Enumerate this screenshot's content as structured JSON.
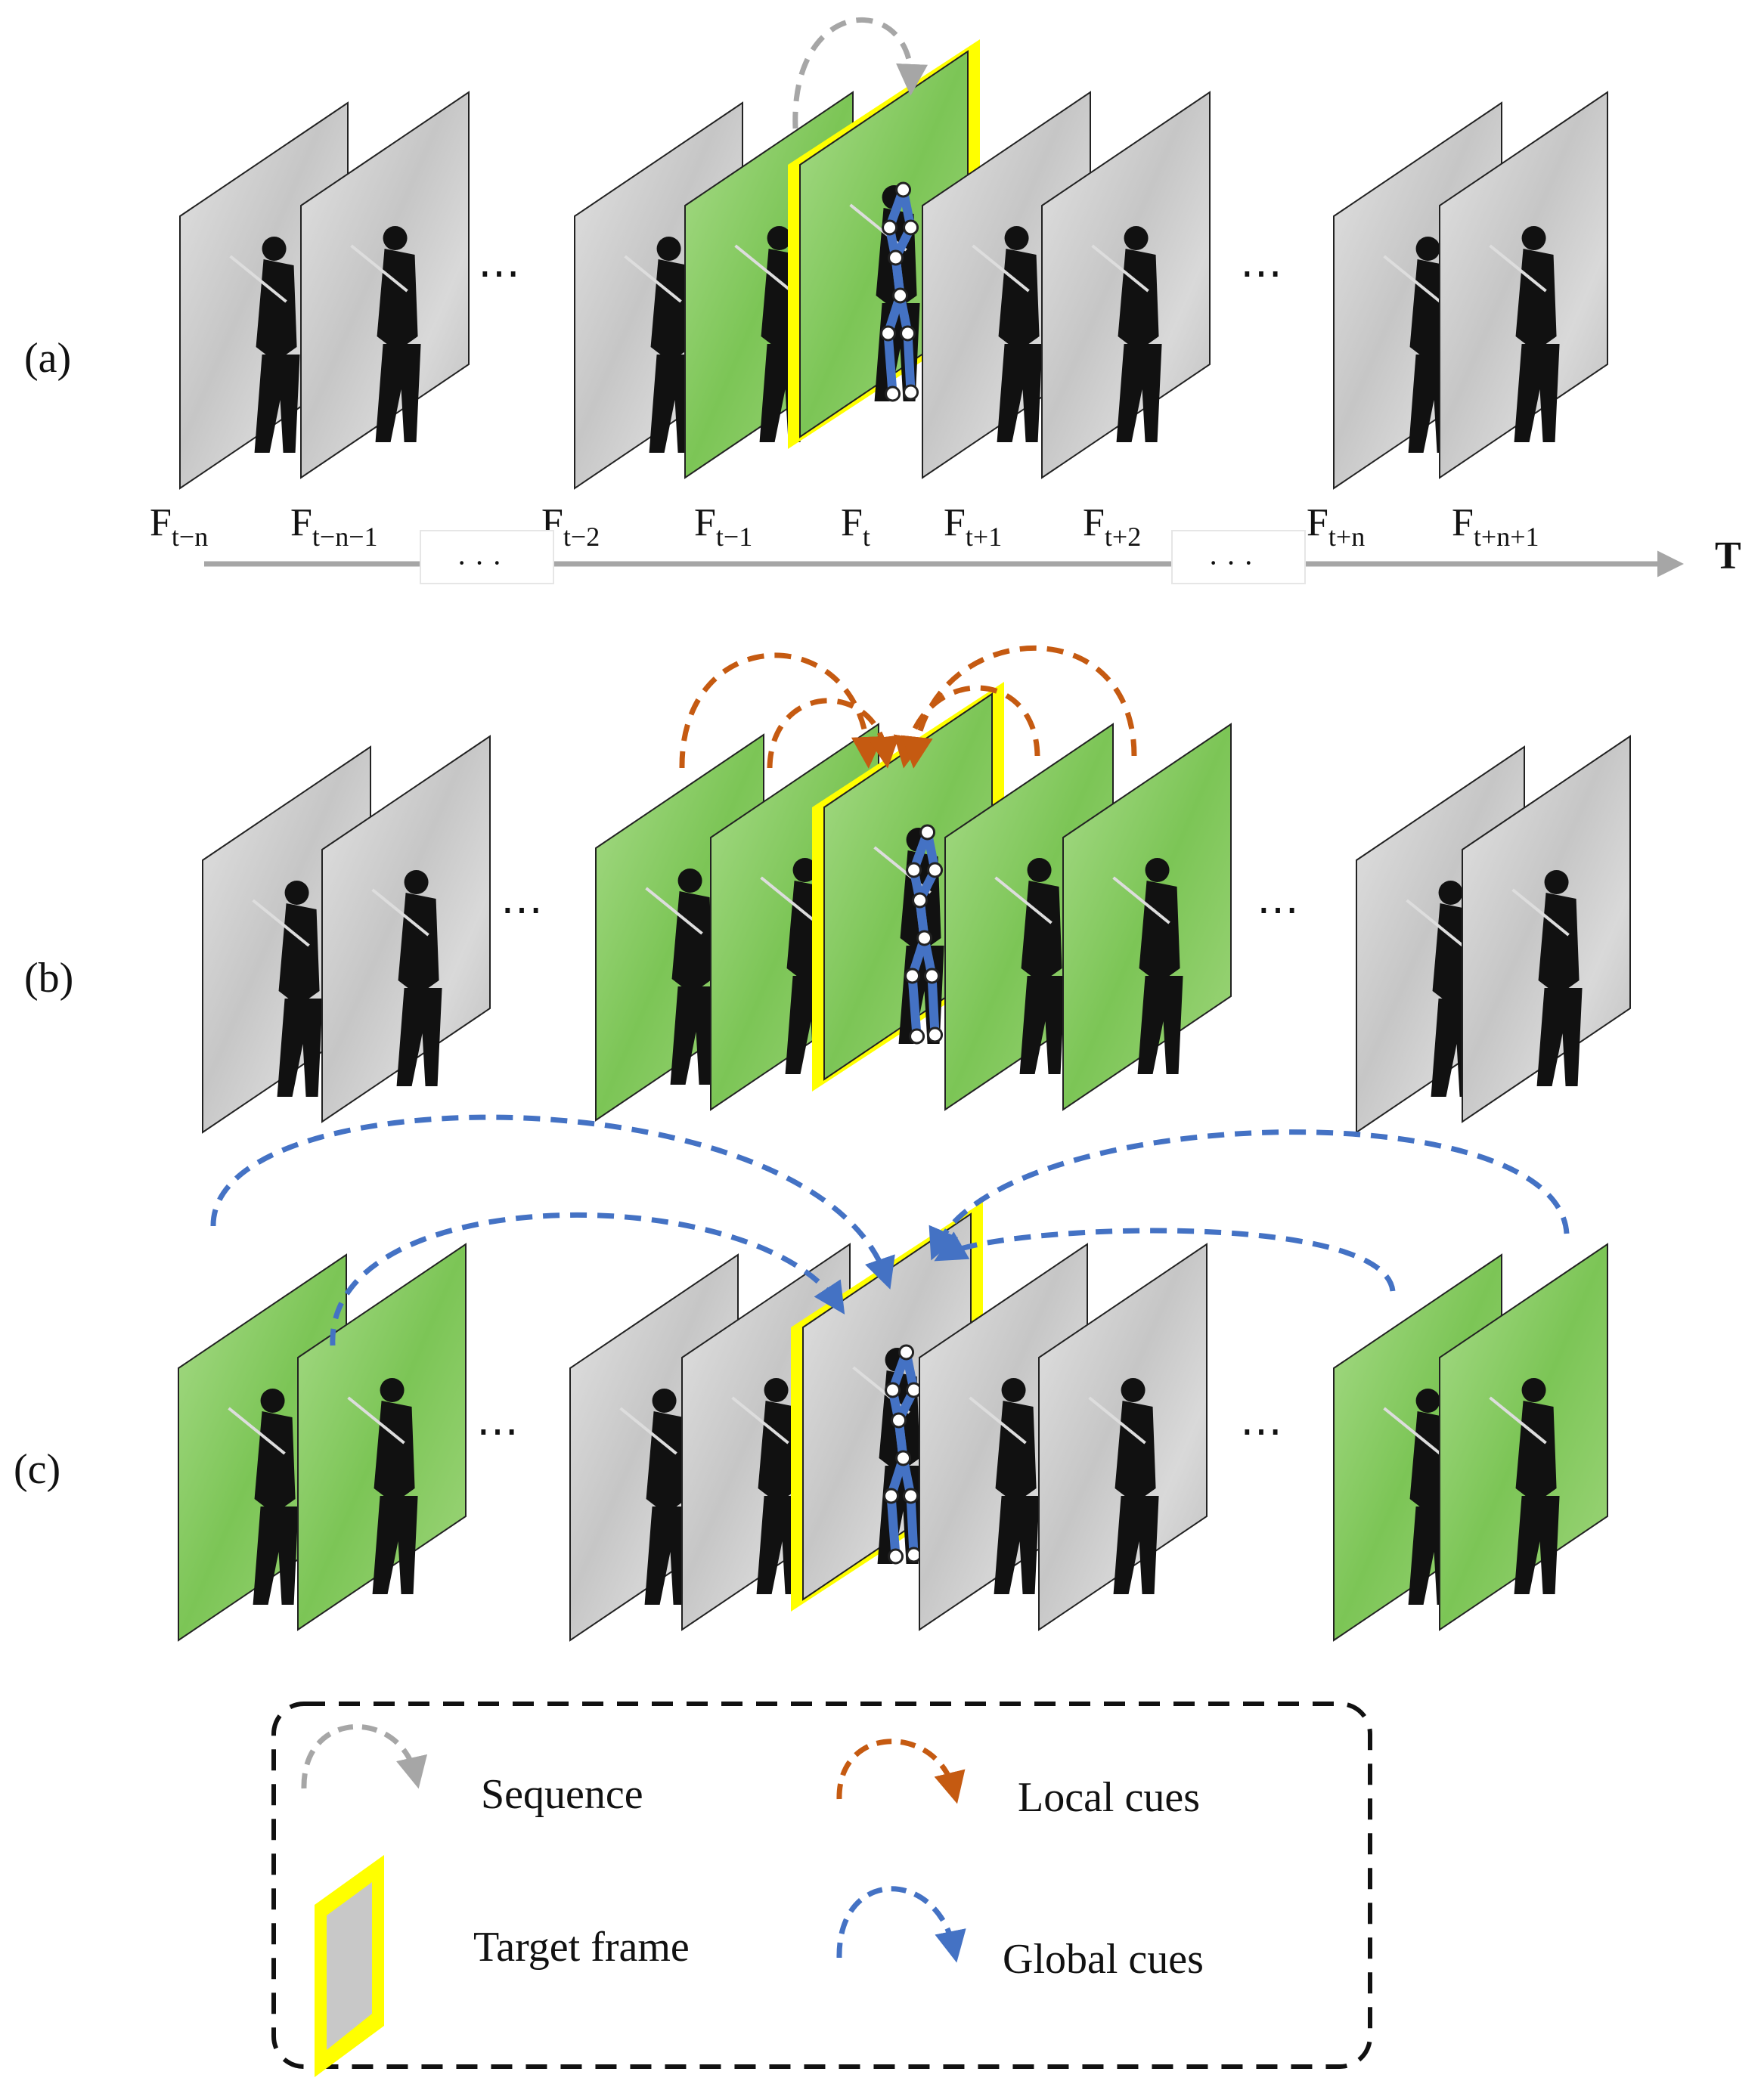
{
  "rows": [
    {
      "id": "a",
      "label": "(a)"
    },
    {
      "id": "b",
      "label": "(b)"
    },
    {
      "id": "c",
      "label": "(c)"
    }
  ],
  "ellipsis": "⋯",
  "frame_labels": [
    {
      "base": "F",
      "sub": "t−n"
    },
    {
      "base": "F",
      "sub": "t−n−1"
    },
    {
      "base": "F",
      "sub": "t−2"
    },
    {
      "base": "F",
      "sub": "t−1"
    },
    {
      "base": "F",
      "sub": "t"
    },
    {
      "base": "F",
      "sub": "t+1"
    },
    {
      "base": "F",
      "sub": "t+2"
    },
    {
      "base": "F",
      "sub": "t+n"
    },
    {
      "base": "F",
      "sub": "t+n+1"
    }
  ],
  "axis": {
    "label": "T",
    "gap_text": "· · ·"
  },
  "legend": {
    "sequence": "Sequence",
    "local_cues": "Local cues",
    "target_frame": "Target frame",
    "global_cues": "Global cues"
  },
  "colors": {
    "sequence": "#a6a6a6",
    "local": "#c55a11",
    "global": "#4472c4",
    "target": "#ffff00",
    "highlight_green": "#8fcf6e",
    "gray_frame": "#c9c9c9",
    "skeleton": "#4472c4"
  }
}
